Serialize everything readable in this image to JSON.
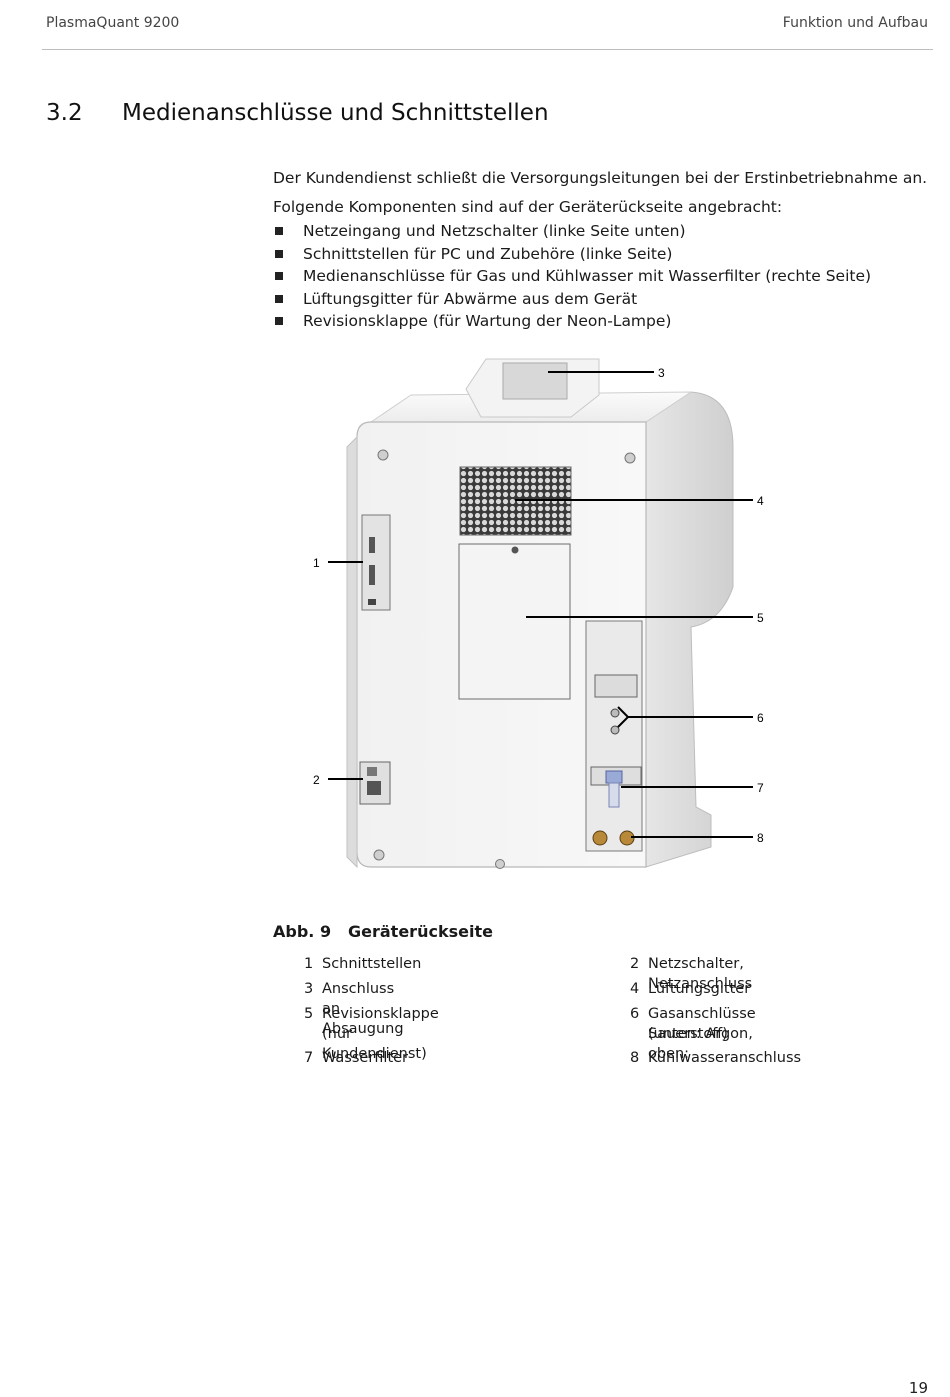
{
  "header": {
    "left": "PlasmaQuant 9200",
    "right": "Funktion und Aufbau"
  },
  "section": {
    "number": "3.2",
    "title": "Medienanschlüsse und Schnittstellen"
  },
  "body": {
    "para1": "Der Kundendienst schließt die Versorgungsleitungen bei der Erstinbetriebnahme an.",
    "para2": "Folgende Komponenten sind auf der Geräterückseite angebracht:",
    "bullets": [
      "Netzeingang und Netzschalter (linke Seite unten)",
      "Schnittstellen für PC und Zubehöre (linke Seite)",
      "Medienanschlüsse für Gas und Kühlwasser mit Wasserfilter (rechte Seite)",
      "Lüftungsgitter für Abwärme aus dem Gerät",
      "Revisionsklappe (für Wartung der Neon-Lampe)"
    ]
  },
  "figure": {
    "callouts": [
      "1",
      "2",
      "3",
      "4",
      "5",
      "6",
      "7",
      "8"
    ]
  },
  "caption": {
    "number": "Abb. 9",
    "title": "Geräterückseite"
  },
  "legend": [
    {
      "num": "1",
      "text": "Schnittstellen"
    },
    {
      "num": "2",
      "text": "Netzschalter, Netzanschluss"
    },
    {
      "num": "3",
      "text": "Anschluss an Absaugung"
    },
    {
      "num": "4",
      "text": "Lüftungsgitter"
    },
    {
      "num": "5",
      "text": "Revisionsklappe (nur Kundendienst)"
    },
    {
      "num": "6",
      "text": "Gasanschlüsse (unten: Argon, oben:",
      "text2": "Sauerstoff)"
    },
    {
      "num": "7",
      "text": "Wasserfilter"
    },
    {
      "num": "8",
      "text": "Kühlwasseranschluss"
    }
  ],
  "page_number": "19"
}
